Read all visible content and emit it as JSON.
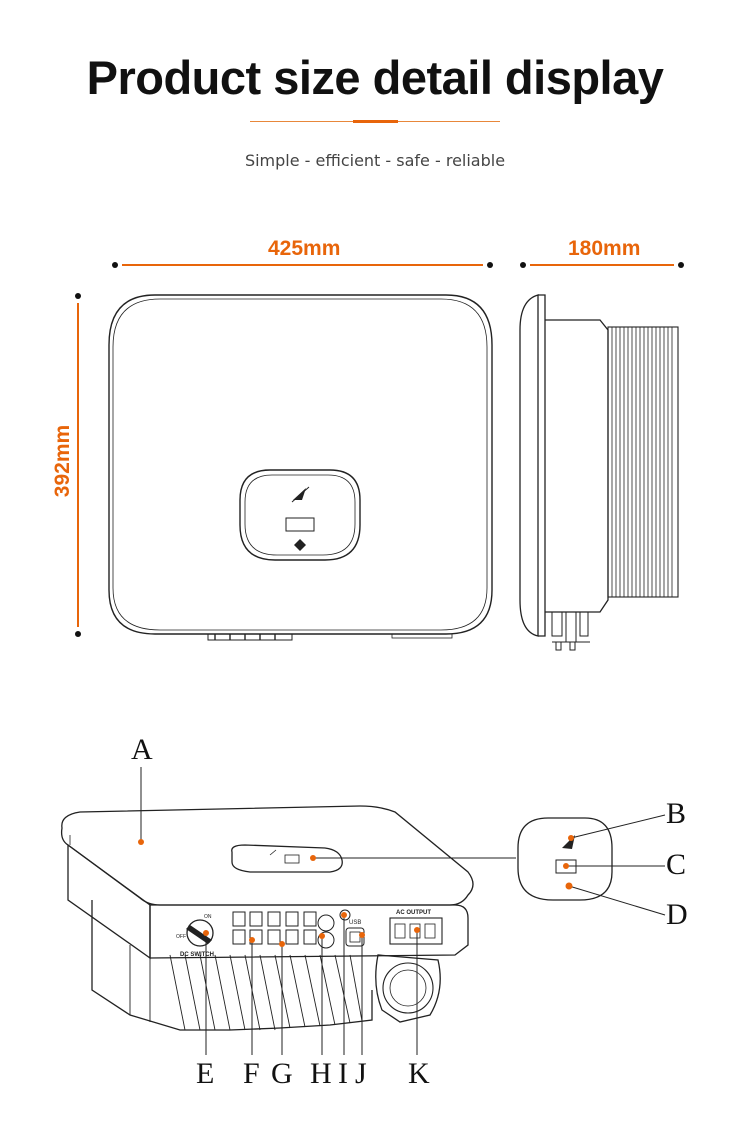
{
  "header": {
    "title": "Product size detail display",
    "subtitle": "Simple - efficient - safe - reliable"
  },
  "dimensions": {
    "width": "425mm",
    "depth": "180mm",
    "height": "392mm"
  },
  "colors": {
    "accent": "#e8650a",
    "line": "#222222"
  },
  "callouts": {
    "a": "A",
    "b": "B",
    "c": "C",
    "d": "D",
    "e": "E",
    "f": "F",
    "g": "G",
    "h": "H",
    "i": "I",
    "j": "J",
    "k": "K"
  },
  "device_labels": {
    "dc_switch": "DC SWITCH",
    "off": "OFF",
    "on": "ON",
    "usb": "USB",
    "ac_output": "AC OUTPUT"
  }
}
